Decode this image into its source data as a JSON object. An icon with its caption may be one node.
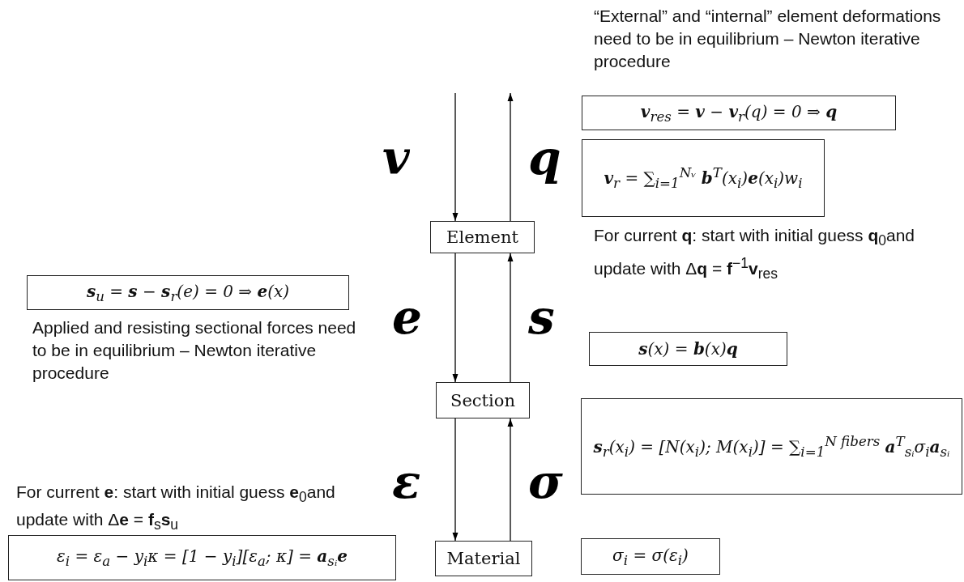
{
  "diagram": {
    "nodes": [
      {
        "text": [
          "**v**$_{res}$ = **v** − **v**$_{r}$(*q*) = 0 ⇒ **q**"
        ]
      },
      {
        "text": [
          "**v**$_{r}$ = ∑$_{i=1}$$^{Nᵥ}$ **b**$^{T}$(x$_{i}$)**e**(x$_{i}$)w$_{i}$"
        ]
      },
      {
        "text": [
          "Element"
        ]
      },
      {
        "text": [
          "**s**$_{u}$ = **s** − **s**$_{r}$(*e*) = 0 ⇒ **e**(*x*)"
        ]
      },
      {
        "text": [
          "**s**(*x*) = **b**(*x*)**q**"
        ]
      },
      {
        "text": [
          "Section"
        ]
      },
      {
        "text": [
          "**s**$_{r}$(x$_{i}$) = [N(x$_{i}$); M(x$_{i}$)] = ∑$_{i=1}$$^{N fibers}$ **a**$^{T}$$_{sᵢ}$σ$_{i}$**a**$_{sᵢ}$"
        ]
      },
      {
        "text": [
          "ε$_{i}$ = ε$_{a}$ − y$_{i}$κ = [1 − y$_{i}$][ε$_{a}$; κ] = **a**$_{sᵢ}$**e**"
        ]
      },
      {
        "text": [
          "Material"
        ]
      },
      {
        "text": [
          "σ$_{i}$ = σ(ε$_{i}$)"
        ]
      }
    ],
    "edges": [
      {
        "from": null,
        "to": 2,
        "arrow": "to",
        "label": "v"
      },
      {
        "from": 2,
        "to": null,
        "arrow": "to",
        "label": "q"
      },
      {
        "from": 2,
        "to": 5,
        "arrow": "to",
        "label": "e"
      },
      {
        "from": 5,
        "to": 2,
        "arrow": "to",
        "label": "s"
      },
      {
        "from": 5,
        "to": 8,
        "arrow": "to",
        "label": "ε"
      },
      {
        "from": 8,
        "to": 5,
        "arrow": "to",
        "label": "σ"
      }
    ],
    "labels": [
      "“External” and “internal” element deformations need to be in equilibrium – Newton iterative procedure",
      "For current **q**: start with initial guess **q**$_{0}$and update with Δ**q** = **f**$^{−1}$**v**$_{res}$",
      "Applied and resisting sectional forces need to be in equilibrium – Newton iterative procedure",
      "For current **e**: start with initial guess **e**$_{0}$and update with Δ**e** = **f**$_{s}$**s**$_{u}$"
    ]
  }
}
